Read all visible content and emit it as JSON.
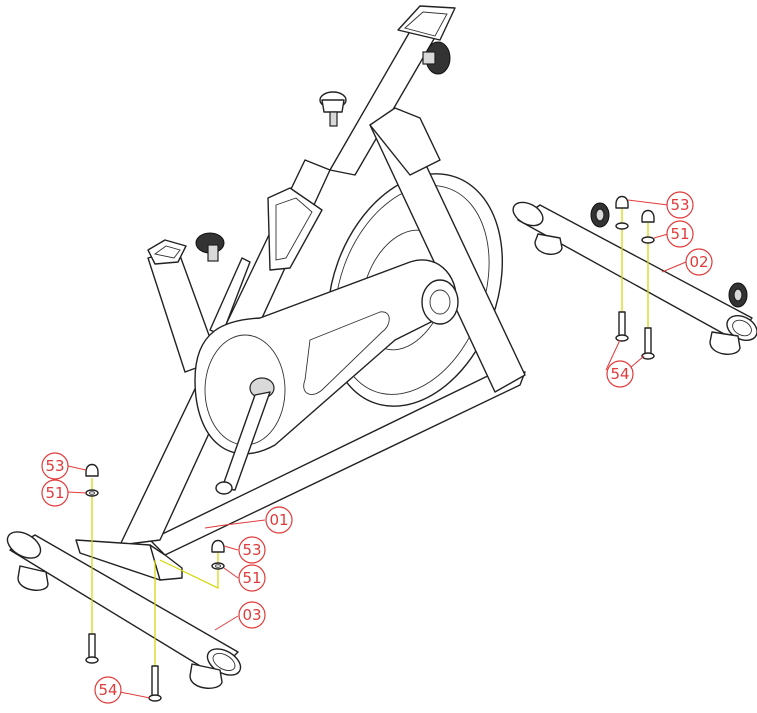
{
  "parts": {
    "p01": "01",
    "p02": "02",
    "p03": "03",
    "p51_front": "51",
    "p51_right": "51",
    "p51_rear": "51",
    "p53_front": "53",
    "p53_right": "53",
    "p53_rear": "53",
    "p54_front": "54",
    "p54_rear": "54"
  },
  "colors": {
    "callout": "#e23a3a",
    "guide_line": "#d6d600",
    "line_art": "#222222"
  }
}
